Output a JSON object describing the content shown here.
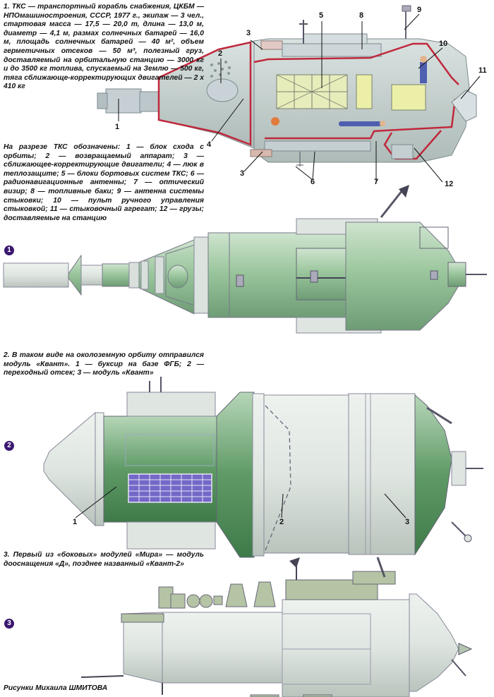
{
  "colors": {
    "badge": "#3a1670",
    "hull_green": "#9cc79e",
    "hull_light": "#dfe7e2",
    "pressure_line": "#c0283c",
    "solar_panel": "#7468c8"
  },
  "figure1": {
    "caption": "1. ТКС — транспортный корабль снабжения, ЦКБМ — НПОмашиностроения, СССР, 1977 г., экипаж — 3 чел., стартовая масса — 17,5 — 20,0 т, длина — 13,0 м, диаметр — 4,1 м, размах солнечных батарей — 16,0 м, площадь солнечных батарей — 40 м², объем герметичных отсеков — 50 м³, полезный груз, доставляемый на орбитальную станцию — 3000 кг и до 3500 кг топлива, спускаемый на Землю — 500 кг, тяга сближающе-корректирующих двигателей — 2 x 410 кг",
    "legend": "На разрезе ТКС обозначены: 1 — блок схода с орбиты; 2 — возвращаемый аппарат; 3 — сближающее-корректирующие двигатели; 4 — люк в теплозащите; 5 — блоки бортовых систем ТКС; 6 — радионавигационные антенны; 7 — оптический визир; 8 — топливные баки; 9 — антенна системы стыковки; 10 — пульт ручного управления стыковкой; 11 — стыковочный агрегат; 12 — грузы; доставляемые на станцию",
    "callouts": [
      "1",
      "2",
      "3",
      "4",
      "5",
      "8",
      "9",
      "10",
      "11",
      "3",
      "6",
      "7",
      "12"
    ],
    "badge": "1"
  },
  "figure2": {
    "caption": "2. В таком виде на околоземную орбиту отправился модуль «Квант». 1 — буксир на базе ФГБ; 2 — переходный отсек; 3 — модуль «Квант»",
    "callouts": [
      "1",
      "2",
      "3"
    ],
    "badge": "2"
  },
  "figure3": {
    "caption": "3. Первый из «боковых» модулей «Мира» — модуль дооснащения «Д», позднее названный «Квант-2»",
    "badge": "3"
  },
  "credit": "Рисунки Михаила ШМИТОВА"
}
